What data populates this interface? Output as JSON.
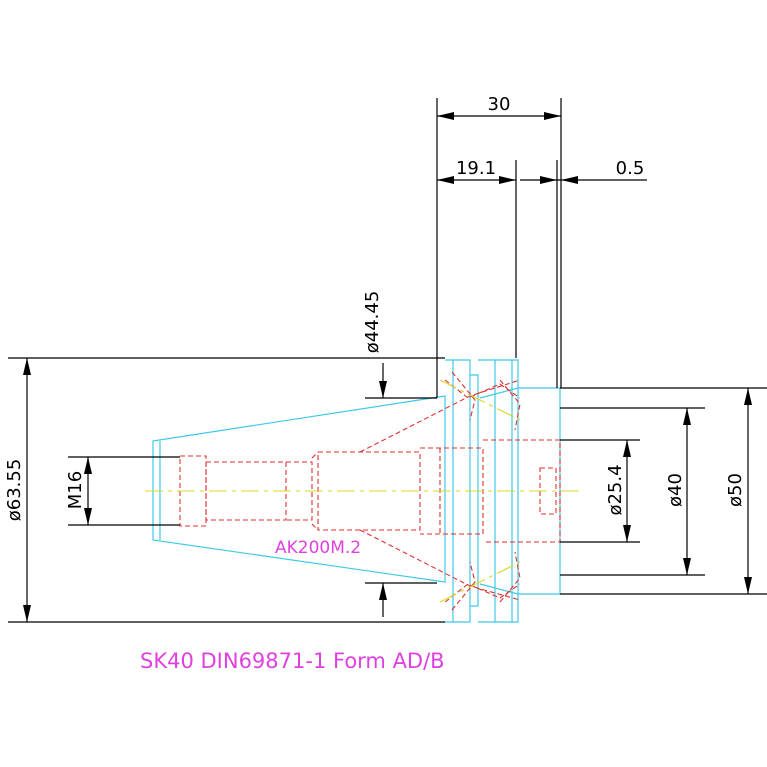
{
  "drawing": {
    "dimensions": {
      "overall_length": "30",
      "flange_length": "19.1",
      "gap": "0.5",
      "flange_diameter": "ø44.45",
      "flange_outer_diameter": "ø63.55",
      "thread": "M16",
      "bore_diameter": "ø25.4",
      "face_diameter_40": "ø40",
      "face_diameter_50": "ø50"
    },
    "part_label": "AK200M.2",
    "title": "SK40 DIN69871-1 Form AD/B",
    "colors": {
      "dimension": "#000000",
      "outline": "#40c8e8",
      "hidden": "#e03030",
      "centerline": "#d8d820",
      "annotation": "#e040e0"
    }
  }
}
